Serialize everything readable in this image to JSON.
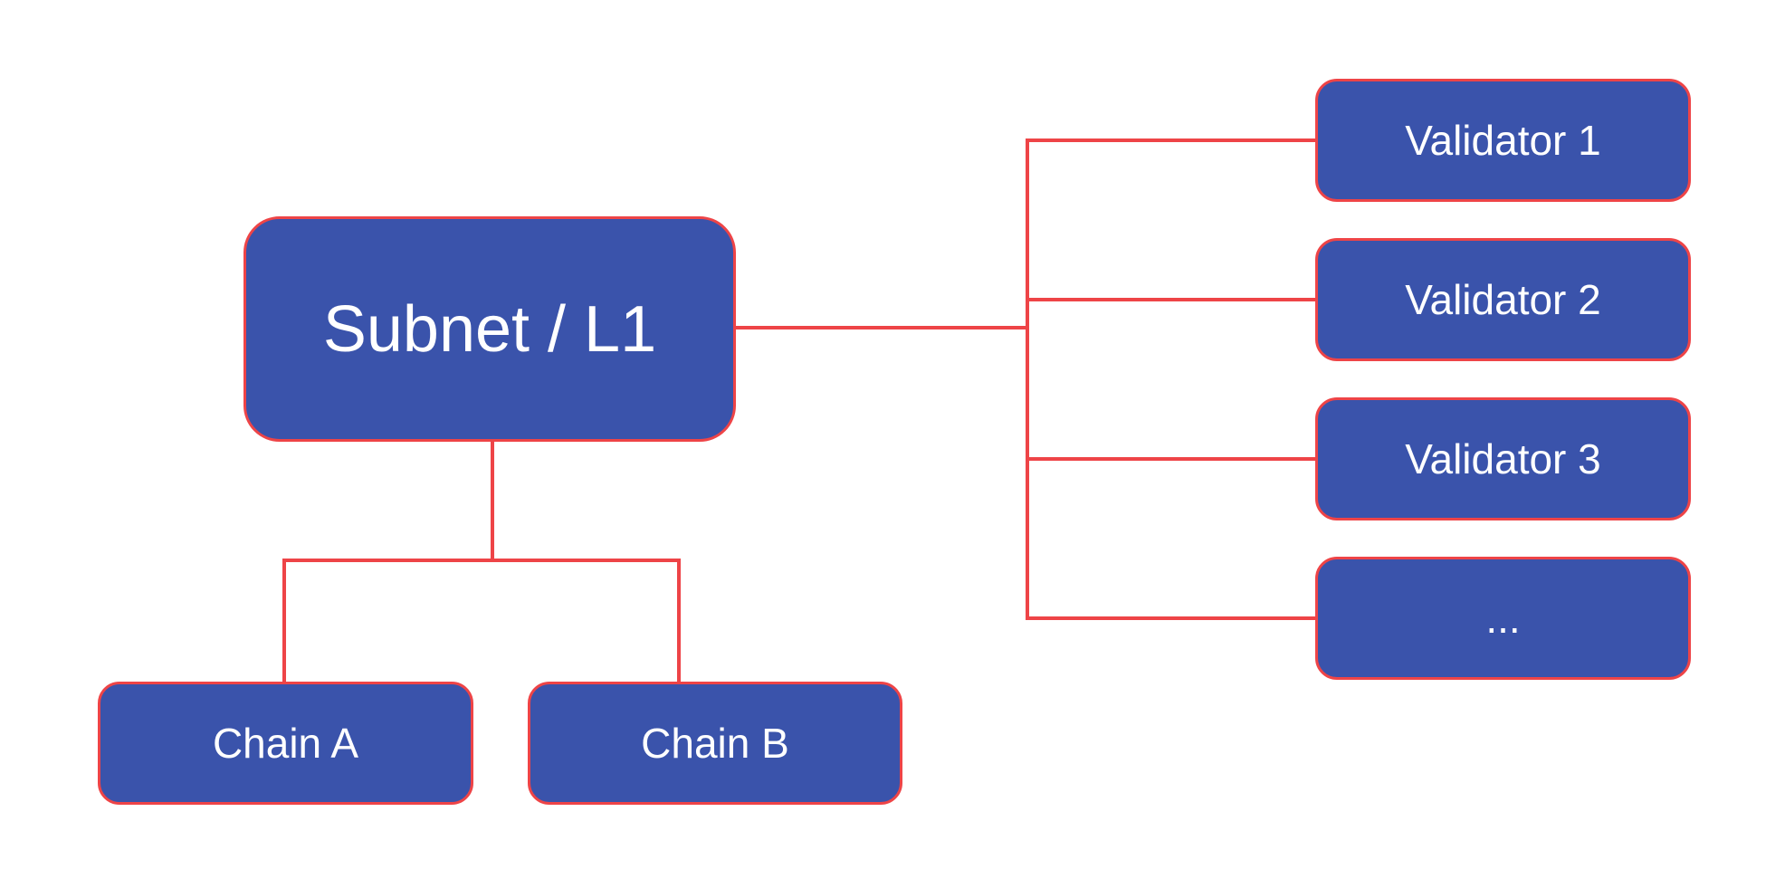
{
  "colors": {
    "node_fill": "#3A53AB",
    "node_border": "#EE4447",
    "connector": "#EE4447",
    "label_text": "#FFFFFF",
    "background": "#FFFFFF"
  },
  "diagram": {
    "type": "tree",
    "root": {
      "label": "Subnet / L1"
    },
    "chains": [
      {
        "label": "Chain A"
      },
      {
        "label": "Chain B"
      }
    ],
    "validators": [
      {
        "label": "Validator 1"
      },
      {
        "label": "Validator 2"
      },
      {
        "label": "Validator 3"
      },
      {
        "label": "..."
      }
    ]
  }
}
